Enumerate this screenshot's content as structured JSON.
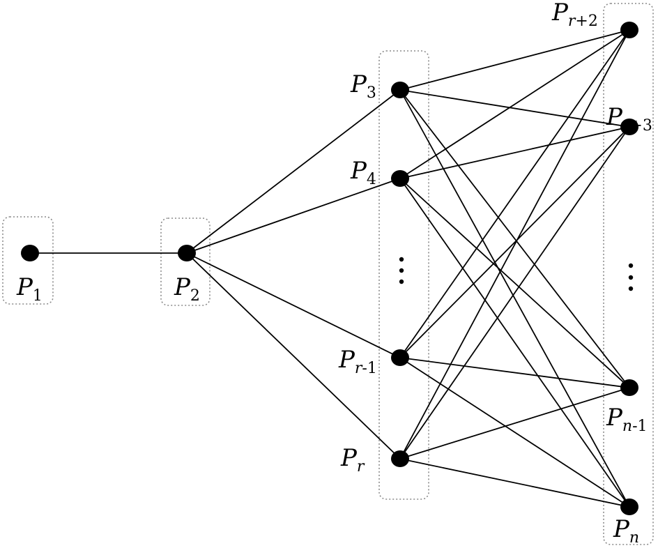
{
  "diagram": {
    "groups": [
      "group-p1",
      "group-p2",
      "group-middle",
      "group-right"
    ],
    "nodes": [
      {
        "id": "P1",
        "main": "P",
        "sub_parts": [
          {
            "t": "1",
            "italic": false
          }
        ]
      },
      {
        "id": "P2",
        "main": "P",
        "sub_parts": [
          {
            "t": "2",
            "italic": false
          }
        ]
      },
      {
        "id": "P3",
        "main": "P",
        "sub_parts": [
          {
            "t": "3",
            "italic": false
          }
        ]
      },
      {
        "id": "P4",
        "main": "P",
        "sub_parts": [
          {
            "t": "4",
            "italic": false
          }
        ]
      },
      {
        "id": "Pr-1",
        "main": "P",
        "sub_parts": [
          {
            "t": "r",
            "italic": true
          },
          {
            "t": "-1",
            "italic": false
          }
        ]
      },
      {
        "id": "Pr",
        "main": "P",
        "sub_parts": [
          {
            "t": "r",
            "italic": true
          }
        ]
      },
      {
        "id": "Pr+2",
        "main": "P",
        "sub_parts": [
          {
            "t": "r",
            "italic": true
          },
          {
            "t": "+2",
            "italic": false
          }
        ]
      },
      {
        "id": "Pr+3",
        "main": "P",
        "sub_parts": [
          {
            "t": "r",
            "italic": true
          },
          {
            "t": "+3",
            "italic": false
          }
        ]
      },
      {
        "id": "Pn-1",
        "main": "P",
        "sub_parts": [
          {
            "t": "n",
            "italic": true
          },
          {
            "t": "-1",
            "italic": false
          }
        ]
      },
      {
        "id": "Pn",
        "main": "P",
        "sub_parts": [
          {
            "t": "n",
            "italic": true
          }
        ]
      }
    ],
    "edges": [
      [
        "P1",
        "P2"
      ],
      [
        "P2",
        "P3"
      ],
      [
        "P2",
        "P4"
      ],
      [
        "P2",
        "Pr-1"
      ],
      [
        "P2",
        "Pr"
      ],
      [
        "P3",
        "Pr+2"
      ],
      [
        "P3",
        "Pr+3"
      ],
      [
        "P3",
        "Pn-1"
      ],
      [
        "P3",
        "Pn"
      ],
      [
        "P4",
        "Pr+2"
      ],
      [
        "P4",
        "Pr+3"
      ],
      [
        "P4",
        "Pn-1"
      ],
      [
        "P4",
        "Pn"
      ],
      [
        "Pr-1",
        "Pr+2"
      ],
      [
        "Pr-1",
        "Pr+3"
      ],
      [
        "Pr-1",
        "Pn-1"
      ],
      [
        "Pr-1",
        "Pn"
      ],
      [
        "Pr",
        "Pr+2"
      ],
      [
        "Pr",
        "Pr+3"
      ],
      [
        "Pr",
        "Pn-1"
      ],
      [
        "Pr",
        "Pn"
      ]
    ],
    "ellipses": [
      "middle-column",
      "right-column"
    ]
  }
}
